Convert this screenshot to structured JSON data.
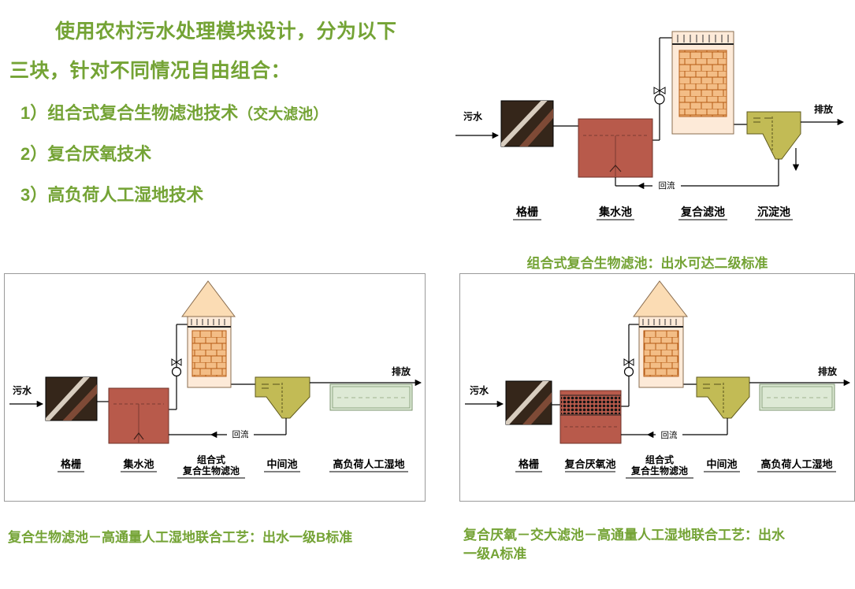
{
  "intro": {
    "line1": "使用农村污水处理模块设计，分为以下",
    "line2": "三块，针对不同情况自由组合：",
    "item1_main": "1）组合式复合生物滤池技术",
    "item1_suffix": "（交大滤池）",
    "item2_main": "2）复合厌氧技术",
    "item3_main": "3）高负荷人工湿地技术"
  },
  "d1": {
    "inflow": "污水",
    "outflow": "排放",
    "reflux": "回流",
    "labels": {
      "grid": "格栅",
      "collect": "集水池",
      "filter": "复合滤池",
      "settle": "沉淀池"
    },
    "caption": "组合式复合生物滤池：出水可达二级标准"
  },
  "d2": {
    "inflow": "污水",
    "outflow": "排放",
    "reflux": "回流",
    "labels": {
      "grid": "格栅",
      "collect": "集水池",
      "tower1": "组合式",
      "tower2": "复合生物滤池",
      "middle": "中间池",
      "wetland": "高负荷人工湿地"
    },
    "caption": "复合生物滤池－高通量人工湿地联合工艺：出水一级B标准"
  },
  "d3": {
    "inflow": "污水",
    "outflow": "排放",
    "reflux": "回流",
    "labels": {
      "grid": "格栅",
      "anaerobic": "复合厌氧池",
      "tower1": "组合式",
      "tower2": "复合生物滤池",
      "middle": "中间池",
      "wetland": "高负荷人工湿地"
    },
    "caption_line1": "复合厌氧－交大滤池－高通量人工湿地联合工艺：出水",
    "caption_line2": "一级A标准"
  },
  "colors": {
    "text_green": "#74a335",
    "grit_dark": "#35261a",
    "tank_red": "#b85a4b",
    "tower_tan": "#fdead8",
    "brick_orange": "#f3bd86",
    "olive": "#c2bb55",
    "wetland_pale": "#dde9d5"
  }
}
